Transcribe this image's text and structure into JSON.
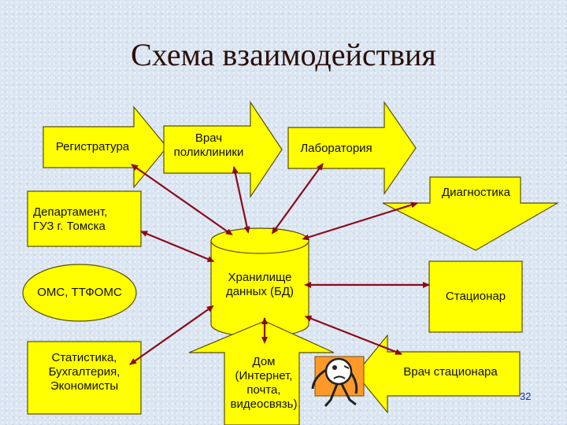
{
  "title": "Схема взаимодействия",
  "nodes": {
    "registry": "Регистратура",
    "doctor_polyclinic": [
      "Врач",
      "поликлиники"
    ],
    "laboratory": "Лаборатория",
    "diagnostics": "Диагностика",
    "department": [
      "Департамент,",
      "ГУЗ г. Томска"
    ],
    "oms": "ОМС, ТТФОМС",
    "storage": [
      "Хранилище",
      "данных (БД)"
    ],
    "hospital": "Стационар",
    "stats": [
      "Статистика,",
      "Бухгалтерия,",
      "Экономисты"
    ],
    "home": [
      "Дом",
      "(Интернет,",
      "почта,",
      "видеосвязь)"
    ],
    "doctor_hospital": "Врач стационара"
  },
  "page_number": "32",
  "colors": {
    "fill": "#ffff00",
    "stroke": "#5b4f00",
    "arrow": "#8b0a1a",
    "title": "#2b0f0a"
  }
}
